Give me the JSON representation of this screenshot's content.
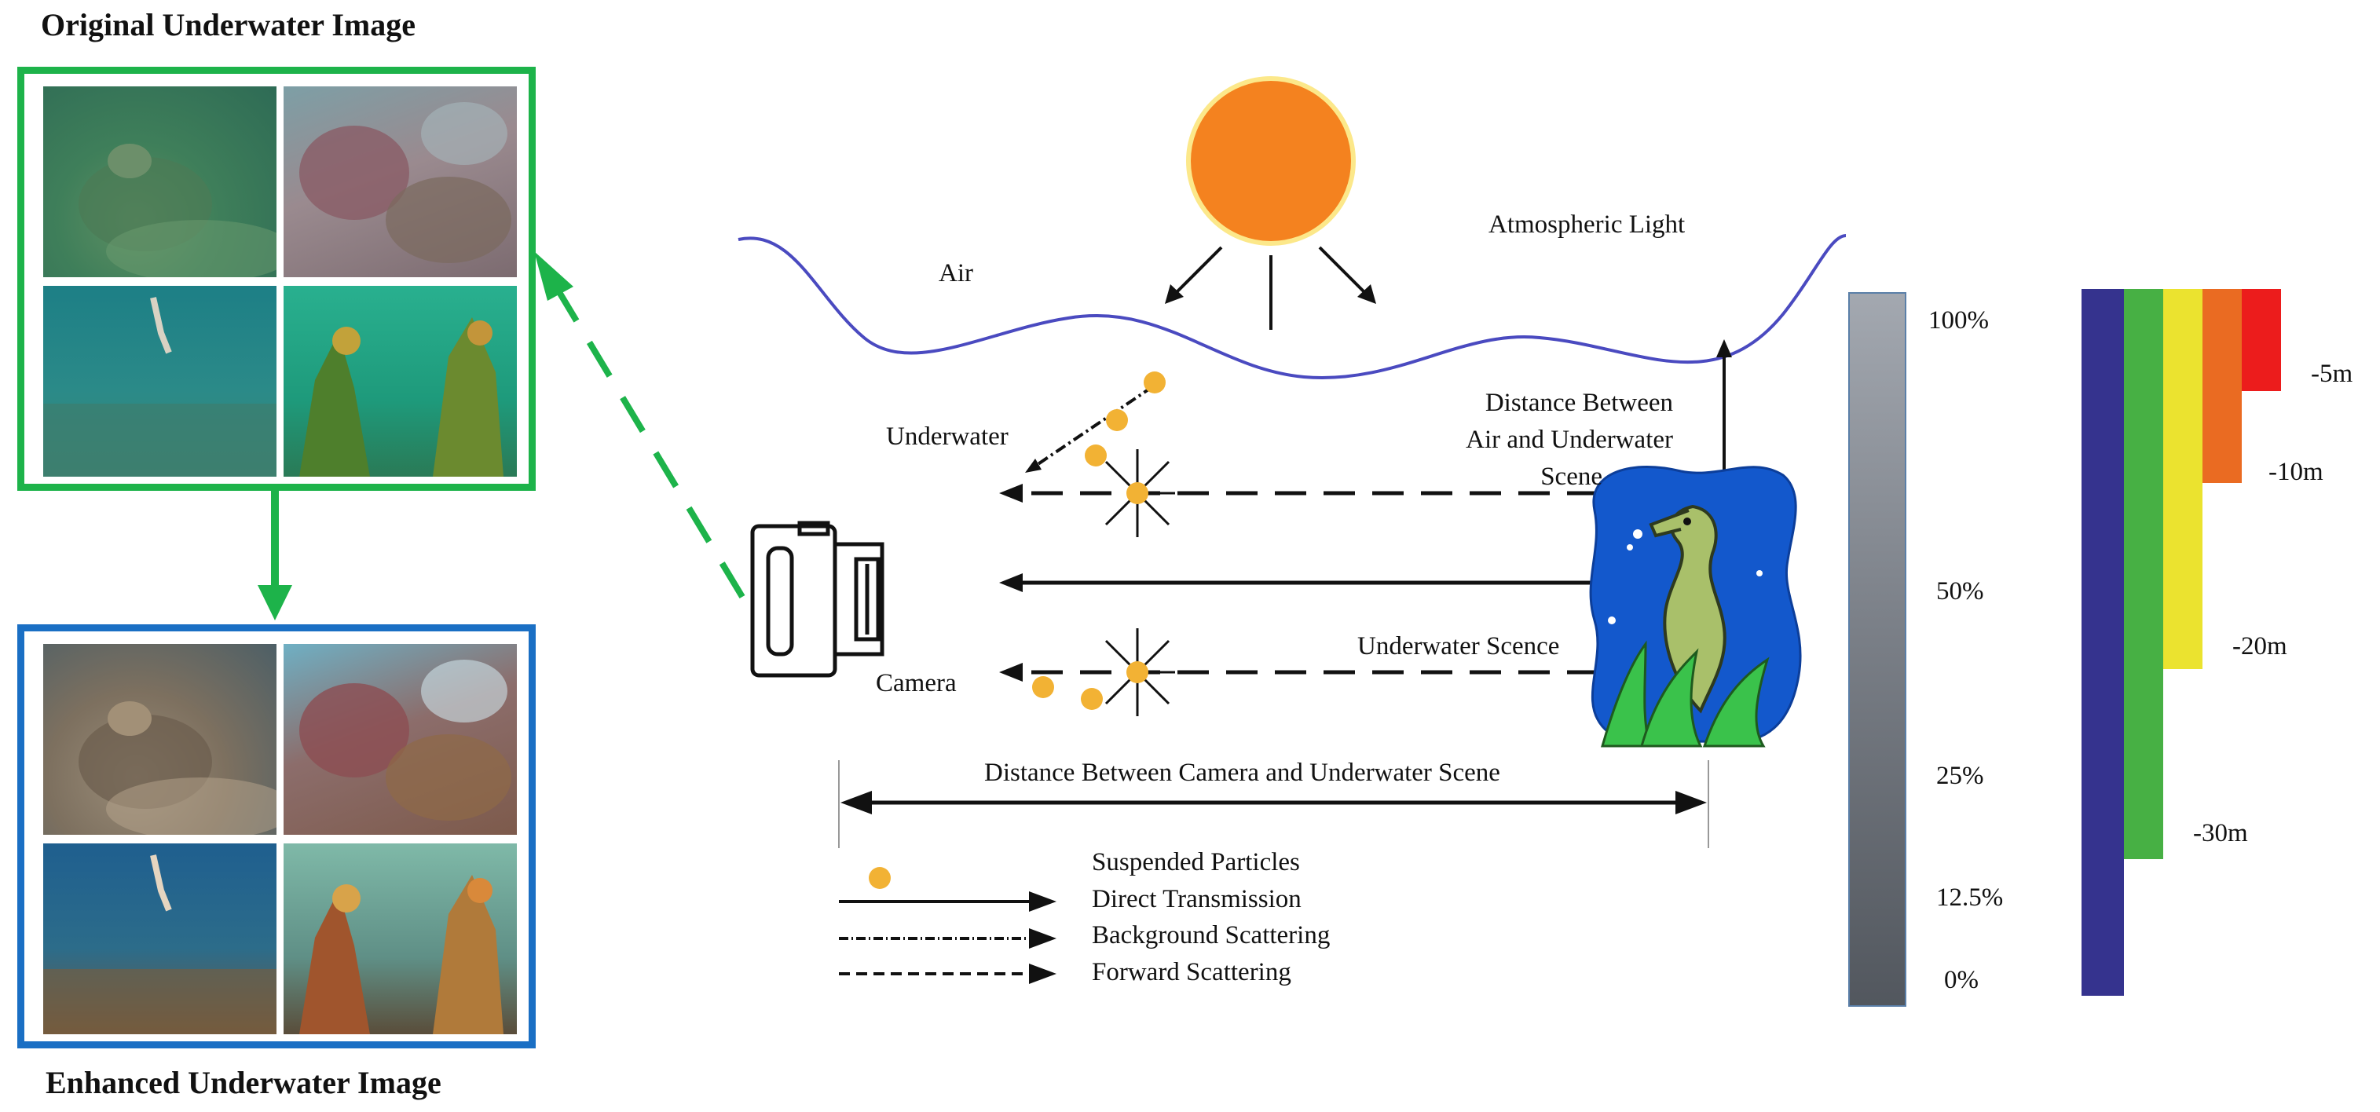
{
  "left": {
    "original_title": "Original Underwater Image",
    "enhanced_title": "Enhanced Underwater Image",
    "original_border_color": "#1db34a",
    "enhanced_border_color": "#1a6fc4"
  },
  "scene": {
    "air": "Air",
    "underwater": "Underwater",
    "atmospheric_light": "Atmospheric Light",
    "camera": "Camera",
    "distance_air_line1": "Distance Between",
    "distance_air_line2": "Air and Underwater",
    "distance_air_line3": "Scene",
    "underwater_scene": "Underwater Scence",
    "distance_camera": "Distance Between Camera and Underwater Scene"
  },
  "legend": {
    "particles": "Suspended Particles",
    "direct": "Direct Transmission",
    "background": "Background Scattering",
    "forward": "Forward Scattering"
  },
  "light_scale": {
    "labels": [
      "100%",
      "50%",
      "25%",
      "12.5%",
      "0%"
    ]
  },
  "depth_scale": {
    "labels": [
      "-5m",
      "-10m",
      "-20m",
      "-30m"
    ],
    "colors": [
      "#35338e",
      "#47b044",
      "#ebe32f",
      "#ea6b22",
      "#ec1c1c"
    ]
  }
}
